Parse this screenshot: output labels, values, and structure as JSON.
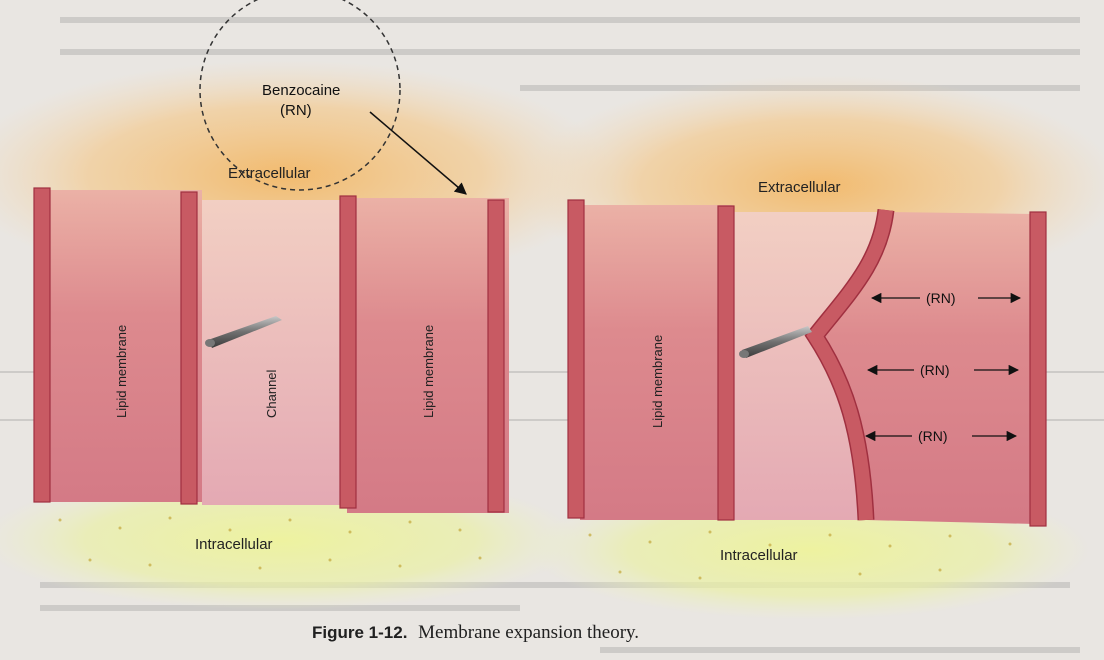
{
  "diagram": {
    "benzocaine_label": "Benzocaine",
    "benzocaine_sub": "(RN)",
    "left": {
      "extracellular": "Extracellular",
      "intracellular": "Intracellular",
      "membrane_left": "Lipid membrane",
      "channel": "Channel",
      "membrane_right": "Lipid membrane"
    },
    "right": {
      "extracellular": "Extracellular",
      "intracellular": "Intracellular",
      "membrane_left": "Lipid membrane",
      "rn_labels": [
        "(RN)",
        "(RN)",
        "(RN)"
      ]
    }
  },
  "caption": {
    "figure_label": "Figure 1-12.",
    "title": "Membrane expansion theory."
  },
  "colors": {
    "membrane_fill": "#c85a63",
    "membrane_edge": "#a83545",
    "channel_fill": "#ecc0c0",
    "extracellular_glow": "#f2b868",
    "intracellular_glow": "#eaf09a",
    "page_bg": "#e9e6e2"
  }
}
